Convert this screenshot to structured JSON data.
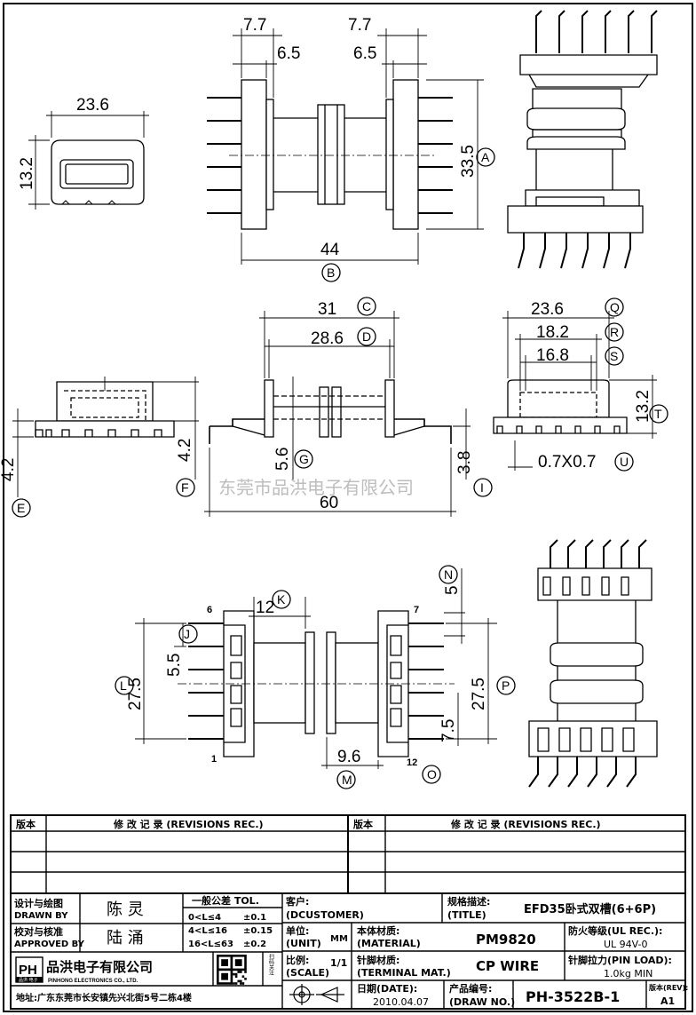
{
  "watermark": "东莞市品洪电子有限公司",
  "views": {
    "front": {
      "d_77_left": "7.7",
      "d_65_left": "6.5",
      "d_77_right": "7.7",
      "d_65_right": "6.5",
      "d_335": "33.5",
      "c_A": "A",
      "d_44": "44",
      "c_B": "B"
    },
    "top_left": {
      "d_236": "23.6",
      "d_132": "13.2"
    },
    "side_left": {
      "d_42a": "4.2",
      "d_42b": "4.2",
      "c_E": "E",
      "c_F": "F"
    },
    "side_mid": {
      "d_31": "31",
      "c_C": "C",
      "d_286": "28.6",
      "c_D": "D",
      "d_56": "5.6",
      "c_G": "G",
      "d_38": "3.8",
      "c_I": "I",
      "d_60": "60"
    },
    "side_right": {
      "d_236": "23.6",
      "c_Q": "Q",
      "d_182": "18.2",
      "c_R": "R",
      "d_168": "16.8",
      "c_S": "S",
      "d_132": "13.2",
      "c_T": "T",
      "d_07": "0.7X0.7",
      "c_U": "U"
    },
    "bottom": {
      "d_12": "12",
      "c_K": "K",
      "d_55": "5.5",
      "c_J": "J",
      "d_275l": "27.5",
      "c_L": "L",
      "d_5": "5",
      "c_N": "N",
      "d_275r": "27.5",
      "c_P": "P",
      "d_75": "7.5",
      "d_96": "9.6",
      "c_M": "M",
      "c_O": "O",
      "pin6": "6",
      "pin7": "7",
      "pin1": "1",
      "pin12": "12"
    }
  },
  "revisions": {
    "col_ver": "版本",
    "col_rec": "修 改 记 录 (REVISIONS REC.)"
  },
  "title_block": {
    "designer_label": "设计与绘图",
    "designer_label_en": "DRAWN BY",
    "designer": "陈 灵",
    "checker_label": "校对与核准",
    "checker_label_en": "APPROVED BY",
    "checker": "陆 涌",
    "tol_title": "一般公差 TOL.",
    "tol_rows": [
      {
        "range": "0<L≤4",
        "value": "±0.1"
      },
      {
        "range": "4<L≤16",
        "value": "±0.15"
      },
      {
        "range": "16<L≤63",
        "value": "±0.2"
      }
    ],
    "customer_label": "客户:",
    "customer_label_en": "(DCUSTOMER)",
    "title_label": "规格描述:",
    "title_label_en": "(TITLE)",
    "title": "EFD35卧式双槽(6+6P)",
    "unit_label": "单位:",
    "unit_label_en": "(UNIT)",
    "unit": "MM",
    "material_label": "本体材质:",
    "material_label_en": "(MATERIAL)",
    "material": "PM9820",
    "ul_label": "防火等级(UL REC.):",
    "ul": "UL 94V-0",
    "scale_label": "比例:",
    "scale_label_en": "(SCALE)",
    "scale": "1/1",
    "terminal_label": "针脚材质:",
    "terminal_label_en": "(TERMINAL MAT.)",
    "terminal": "CP WIRE",
    "pinload_label": "针脚拉力(PIN LOAD):",
    "pinload": "1.0kg MIN",
    "date_label": "日期(DATE):",
    "date": "2010.04.07",
    "drawno_label": "产品编号:",
    "drawno_label_en": "(DRAW NO.)",
    "drawno": "PH-3522B-1",
    "rev_label": "版本(REV):",
    "rev": "A1",
    "company_cn": "品洪电子有限公司",
    "company_en": "PINHONG ELECTRONICS CO., LTD.",
    "logo_text": "PH",
    "logo_sub": "品洪·电子",
    "qr_caption": "扫码关注",
    "address": "地址:广东东莞市长安镇先兴北街5号二栋4楼"
  }
}
